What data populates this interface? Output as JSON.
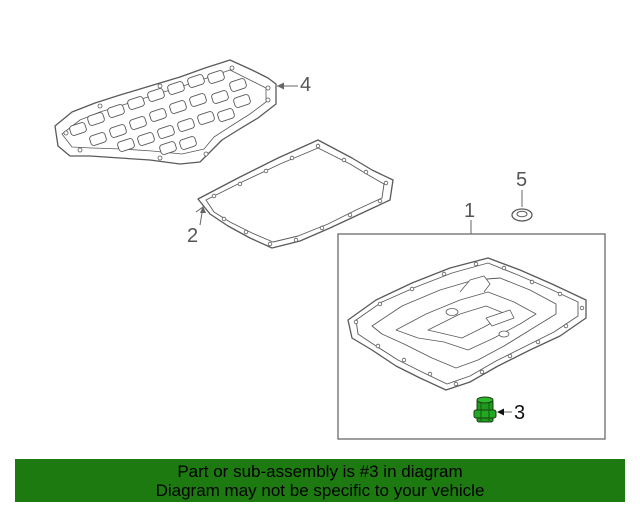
{
  "callouts": {
    "part_1": "1",
    "part_2": "2",
    "part_3": "3",
    "part_4": "4",
    "part_5": "5"
  },
  "banner": {
    "line_1": "Part or sub-assembly is #3 in diagram",
    "line_2": "Diagram may not be specific to your vehicle"
  },
  "colors": {
    "banner_background": "#1d7a10",
    "highlighted_part": "#1e9a1e",
    "line_art": "#5a5a5a"
  }
}
